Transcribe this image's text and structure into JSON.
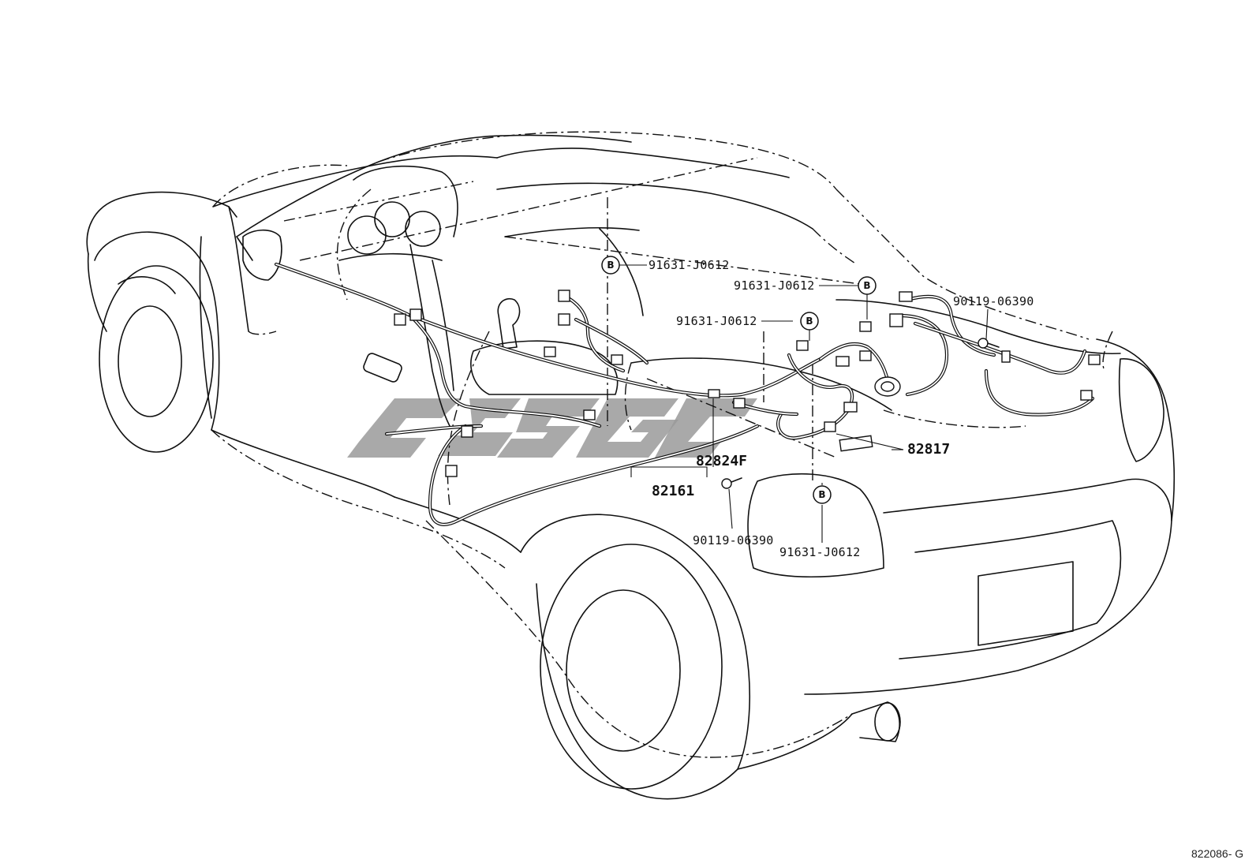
{
  "callouts": [
    {
      "id": "bolt-a",
      "symbol": "B",
      "part": "91631-J0612"
    },
    {
      "id": "bolt-b",
      "symbol": "B",
      "part": "91631-J0612"
    },
    {
      "id": "bolt-c",
      "symbol": "B",
      "part": "91631-J0612"
    },
    {
      "id": "bolt-d",
      "symbol": "B",
      "part": "91631-J0612"
    }
  ],
  "parts": {
    "screw_right": "90119-06390",
    "screw_lower": "90119-06390",
    "clamp": "82824F",
    "floor_wire": "82161",
    "protector": "82817"
  },
  "diagram_code": "822086- G",
  "watermark": {
    "color": "#9a9a9a"
  }
}
